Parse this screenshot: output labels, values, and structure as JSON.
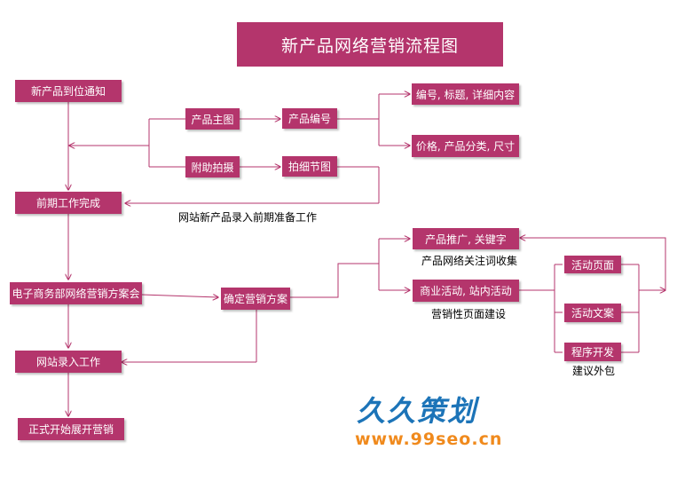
{
  "title": "新产品网络营销流程图",
  "nodes": {
    "arrival": "新产品到位通知",
    "main_image": "产品主图",
    "aux_photo": "附助拍摄",
    "product_code": "产品编号",
    "detail_photo": "拍细节图",
    "code_title": "编号, 标题, 详细内容",
    "price_cat": "价格, 产品分类, 尺寸",
    "prep_done": "前期工作完成",
    "plan_meeting": "电子商务部网络营销方案会",
    "confirm_plan": "确定营销方案",
    "site_entry": "网站录入工作",
    "start_marketing": "正式开始展开营销",
    "promo_keywords": "产品推广, 关键字",
    "commerce_events": "商业活动, 站内活动",
    "event_page": "活动页面",
    "event_copy": "活动文案",
    "program_dev": "程序开发"
  },
  "labels": {
    "prep_note": "网站新产品录入前期准备工作",
    "keyword_note": "产品网络关注词收集",
    "page_note": "营销性页面建设",
    "outsource_note": "建议外包"
  },
  "logo": {
    "text_cn": "久久策划",
    "url": "www.99seo.cn"
  },
  "colors": {
    "node_fill": "#b4356c",
    "line": "#b4356c",
    "logo_blue": "#1c74b8",
    "logo_orange": "#f08a1d"
  }
}
